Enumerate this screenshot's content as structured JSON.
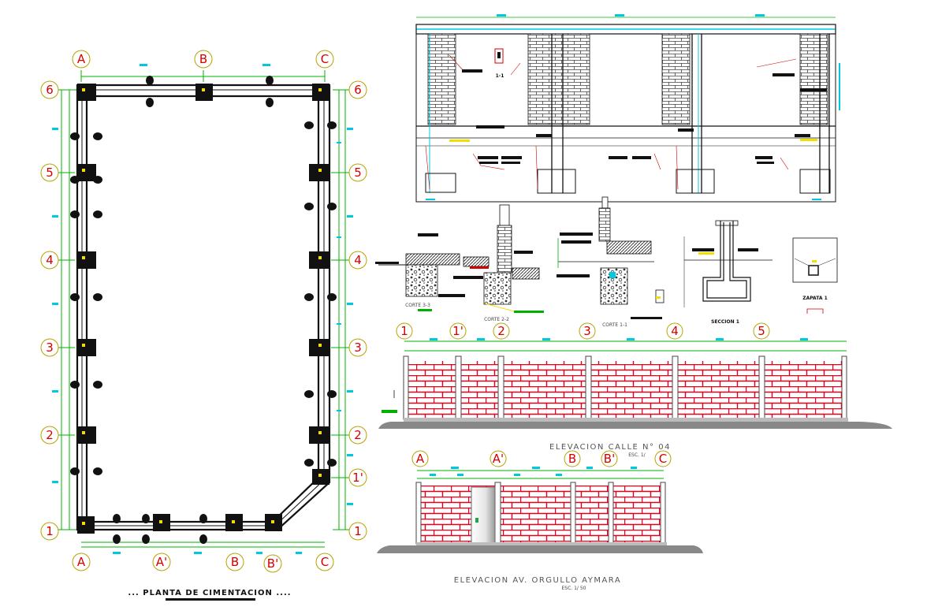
{
  "plan": {
    "title": "... PLANTA DE CIMENTACION ....",
    "top_axes": [
      "A",
      "B",
      "C"
    ],
    "bottom_axes": [
      "A",
      "A'",
      "B",
      "B'",
      "C"
    ],
    "left_rows": [
      "6",
      "5",
      "4",
      "3",
      "2",
      "1"
    ],
    "right_rows": [
      "6",
      "5",
      "4",
      "3",
      "2",
      "1'",
      "1"
    ]
  },
  "section_labels": {
    "corte33": "CORTE 3-3",
    "corte22": "CORTE 2-2",
    "corte11": "CORTE 1-1",
    "seccion": "SECCION 1",
    "zapata": "ZAPATA 1",
    "top_mark": "1-1"
  },
  "elevation1": {
    "title": "ELEVACION  CALLE N° 04",
    "scale": "ESC. 1/",
    "axes": [
      "1",
      "1'",
      "2",
      "3",
      "4",
      "5"
    ]
  },
  "elevation2": {
    "title": "ELEVACION  AV. ORGULLO AYMARA",
    "scale": "ESC. 1/ 50",
    "axes": [
      "A",
      "A'",
      "B",
      "B'",
      "C"
    ]
  },
  "colors": {
    "grid": "#d40000",
    "dim": "#00b000",
    "cyan": "#00c8e0",
    "brick": "#e2001a",
    "ink": "#111111"
  }
}
